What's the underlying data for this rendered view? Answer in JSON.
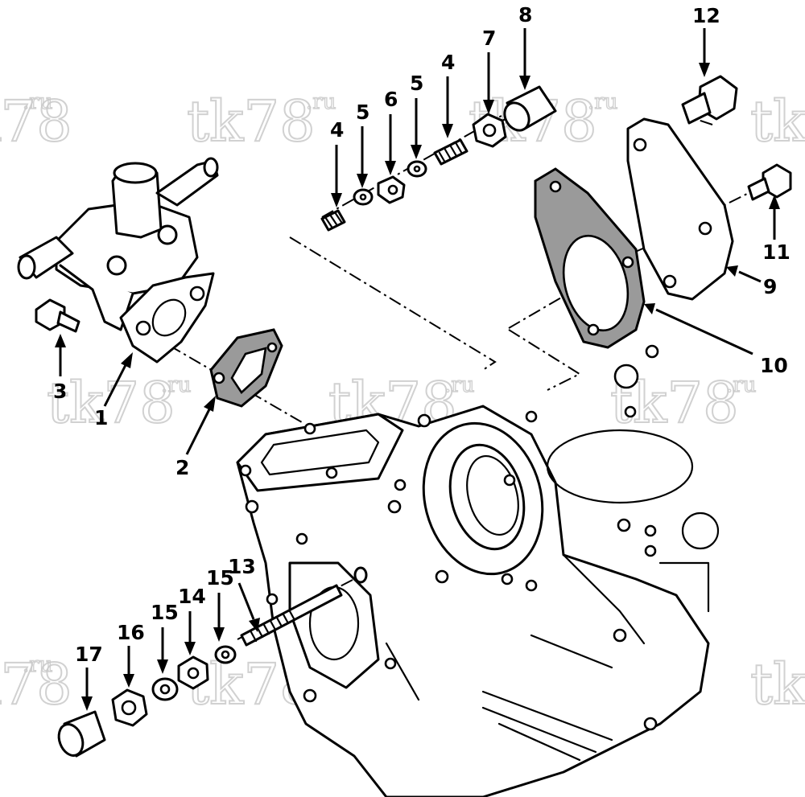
{
  "callouts": {
    "c1": "1",
    "c2": "2",
    "c3": "3",
    "c4a": "4",
    "c4b": "4",
    "c5a": "5",
    "c5b": "5",
    "c6": "6",
    "c7": "7",
    "c8": "8",
    "c9": "9",
    "c10": "10",
    "c11": "11",
    "c12": "12",
    "c13": "13",
    "c14": "14",
    "c15a": "15",
    "c15b": "15",
    "c16": "16",
    "c17": "17"
  },
  "watermark": {
    "text": "tk78",
    "suffix": ".ru"
  }
}
